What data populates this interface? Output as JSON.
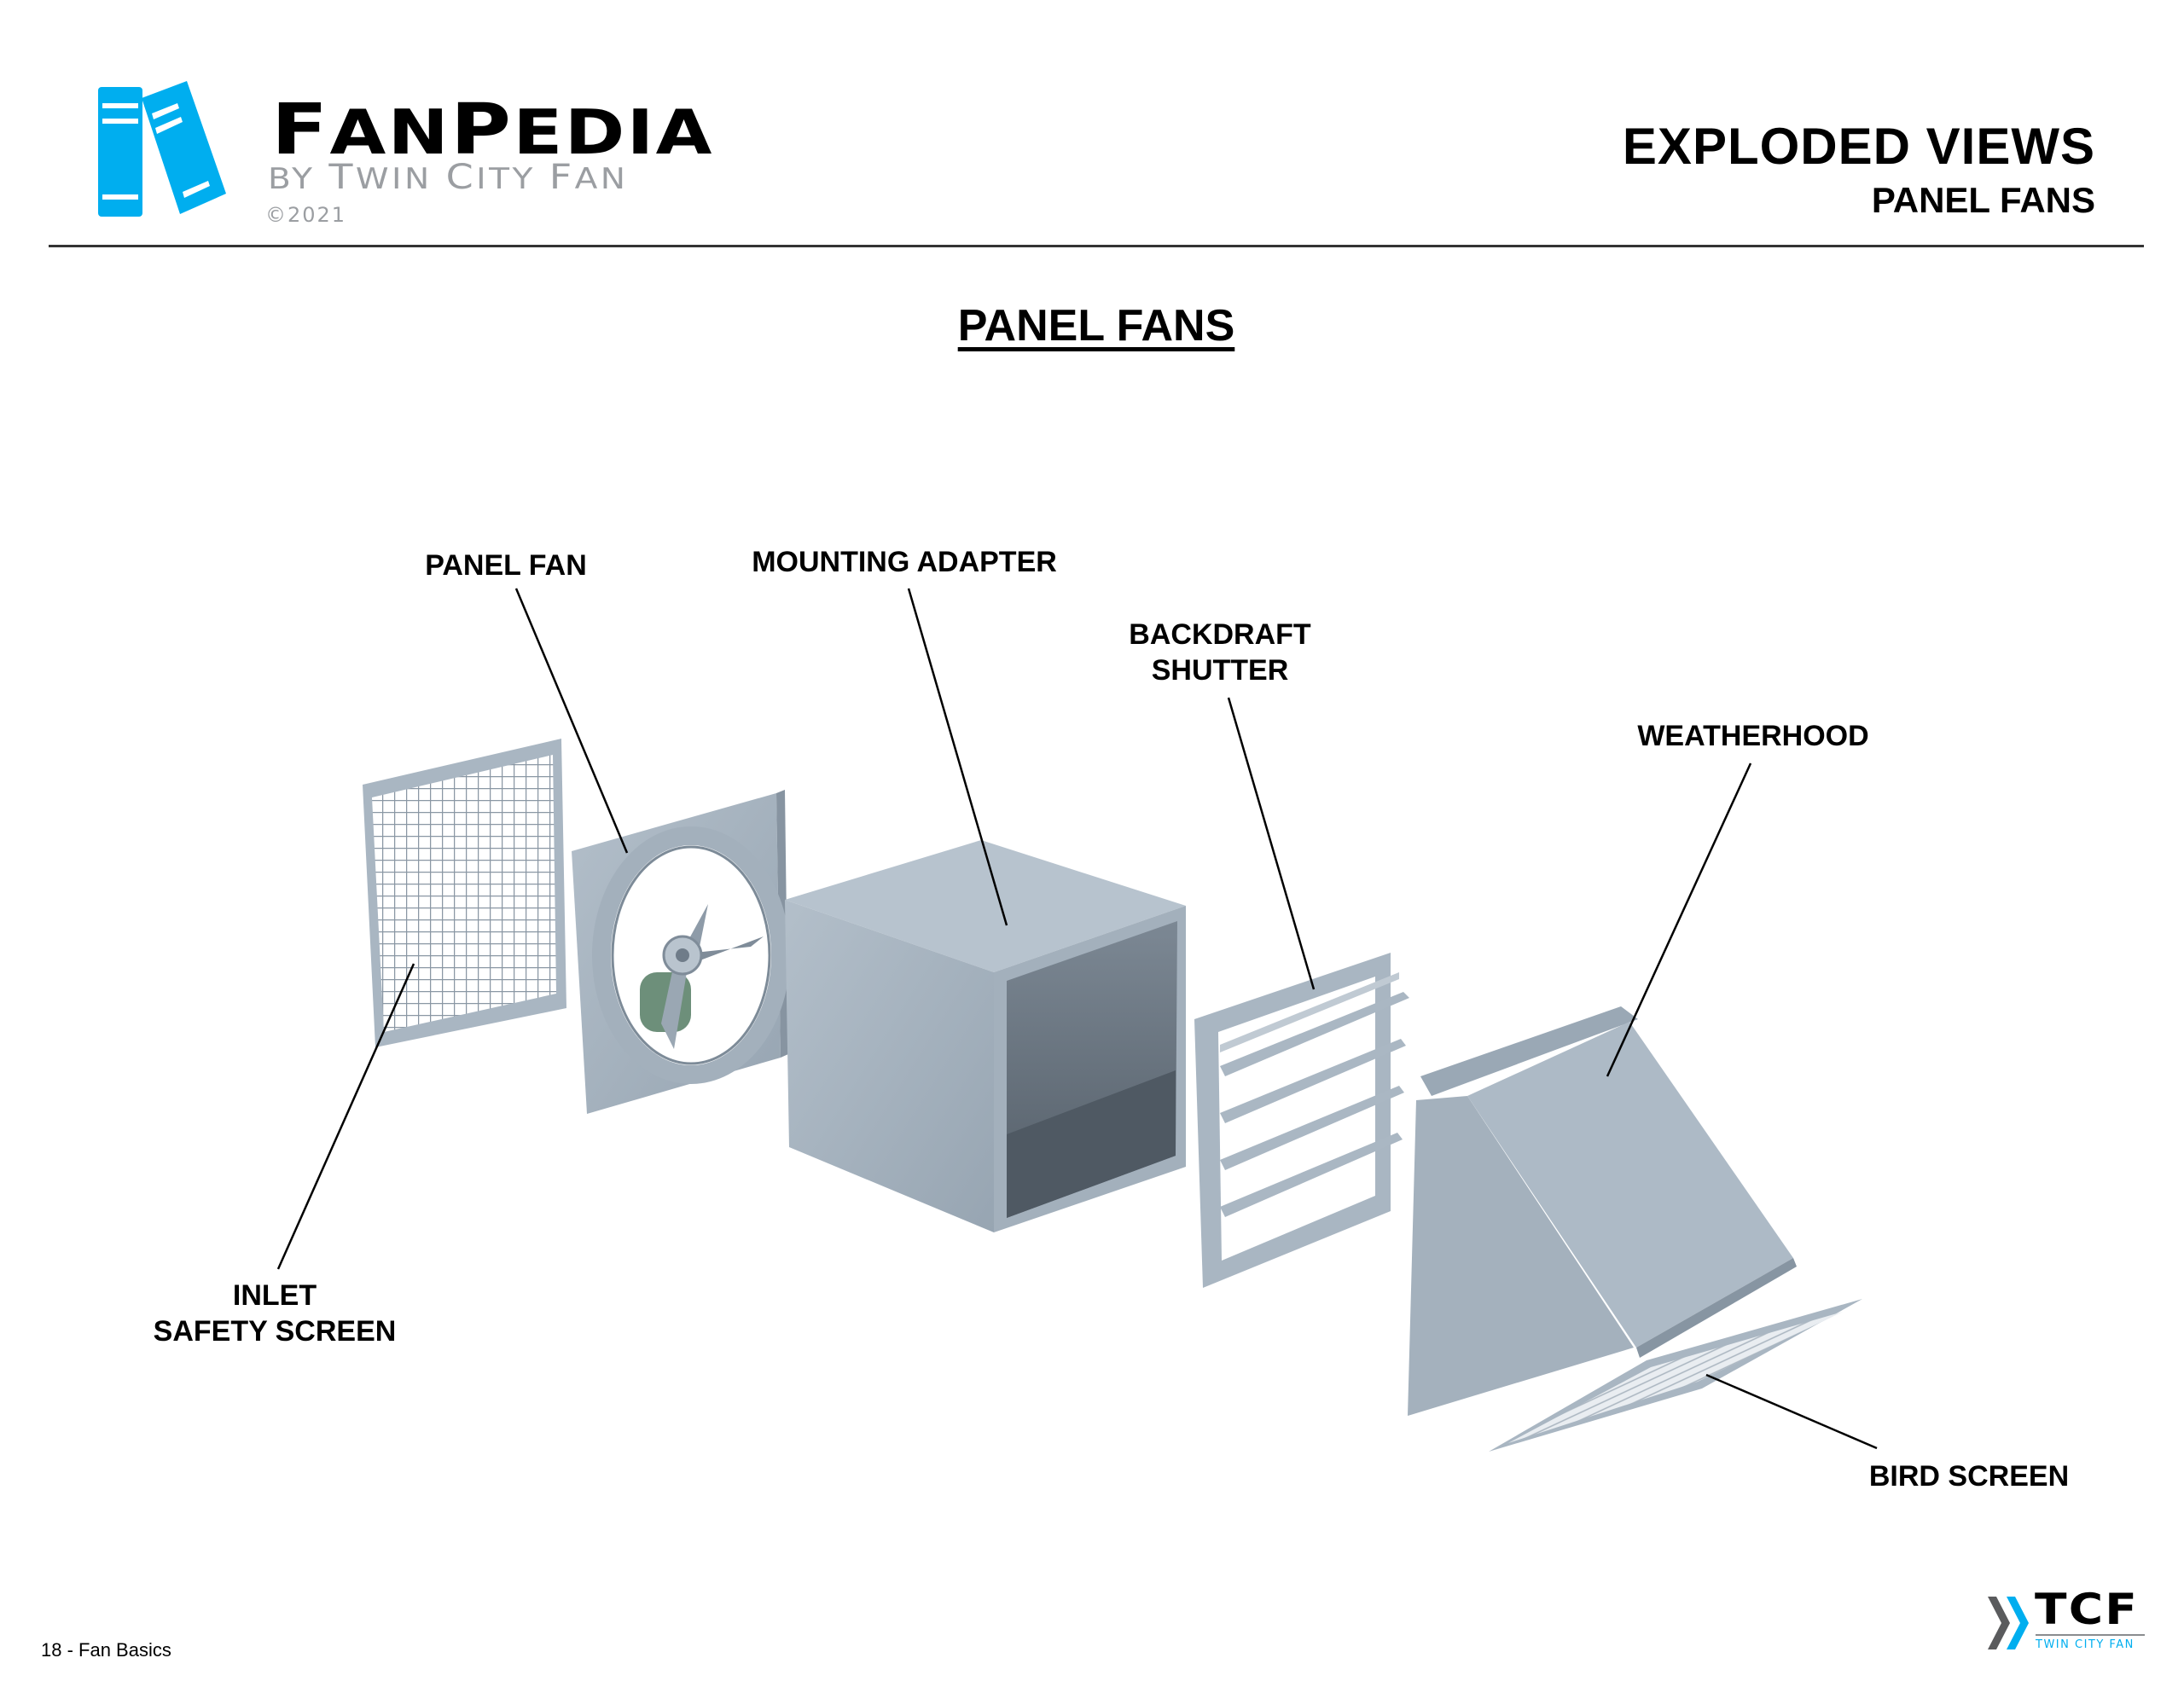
{
  "brand": {
    "name_parts": [
      "F",
      "AN",
      "P",
      "EDIA"
    ],
    "byline_parts": [
      "BY ",
      "T",
      "WIN ",
      "C",
      "ITY ",
      "F",
      "AN"
    ],
    "copyright": "©2021",
    "icon": "books-icon",
    "accent_color": "#00aeef"
  },
  "header": {
    "title": "EXPLODED VIEWS",
    "subtitle": "PANEL FANS"
  },
  "page_title": "PANEL FANS",
  "diagram": {
    "components": [
      {
        "id": "inlet-safety-screen",
        "lines": [
          "INLET",
          "SAFETY SCREEN"
        ]
      },
      {
        "id": "panel-fan",
        "lines": [
          "PANEL FAN"
        ]
      },
      {
        "id": "mounting-adapter",
        "lines": [
          "MOUNTING ADAPTER"
        ]
      },
      {
        "id": "backdraft-shutter",
        "lines": [
          "BACKDRAFT",
          "SHUTTER"
        ]
      },
      {
        "id": "weatherhood",
        "lines": [
          "WEATHERHOOD"
        ]
      },
      {
        "id": "bird-screen",
        "lines": [
          "BIRD SCREEN"
        ]
      }
    ],
    "metal_color": "#a9b6c2"
  },
  "footer": {
    "page_label": "18 - Fan Basics",
    "tcf_logo": {
      "mark": "TCF",
      "tagline": "TWIN CITY FAN",
      "chevron_colors": [
        "#5a5b5d",
        "#00aeef"
      ]
    }
  }
}
